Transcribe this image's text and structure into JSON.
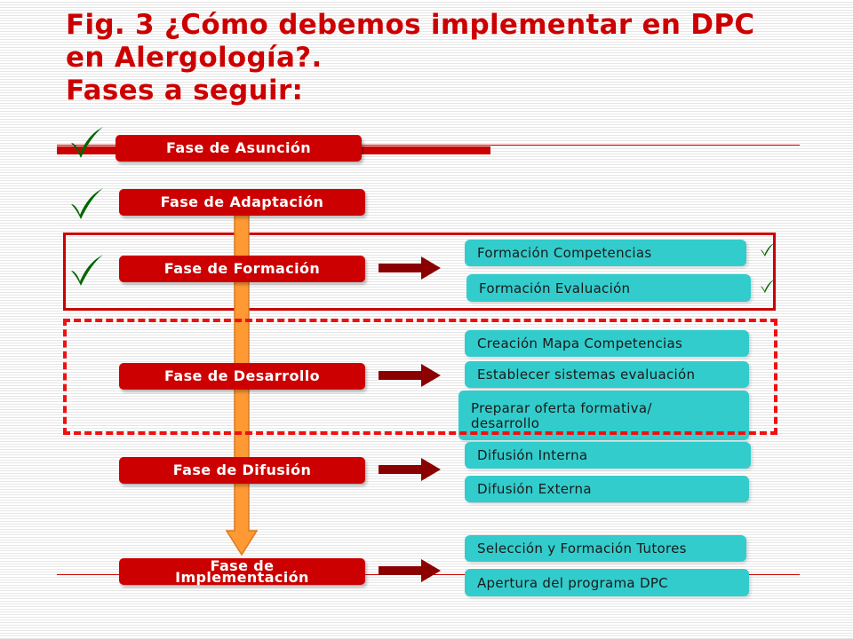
{
  "title": {
    "line1": "Fig. 3 ¿Cómo debemos implementar en DPC",
    "line2": "en Alergología?.",
    "line3": "Fases a seguir:"
  },
  "phases": [
    {
      "label": "Fase de Asunción",
      "completed": true
    },
    {
      "label": "Fase de Adaptación",
      "completed": true
    },
    {
      "label": "Fase de Formación",
      "completed": true
    },
    {
      "label": "Fase de Desarrollo",
      "completed": false
    },
    {
      "label": "Fase de Difusión",
      "completed": false
    },
    {
      "label_line1": "Fase de",
      "label_line2": "Implementación",
      "completed": false
    }
  ],
  "formacion_items": [
    {
      "label": "Formación Competencias",
      "completed": true
    },
    {
      "label": "Formación Evaluación",
      "completed": true
    }
  ],
  "desarrollo_items": [
    {
      "label": "Creación Mapa Competencias"
    },
    {
      "label": "Establecer sistemas evaluación"
    },
    {
      "label": "Preparar oferta formativa/ desarrollo"
    }
  ],
  "difusion_items": [
    {
      "label": "Difusión Interna"
    },
    {
      "label": "Difusión Externa"
    }
  ],
  "implementacion_items": [
    {
      "label": "Selección y Formación Tutores"
    },
    {
      "label": "Apertura del programa DPC"
    }
  ],
  "colors": {
    "title": "#cc0000",
    "phase_box": "#cc0000",
    "sub_box": "#33cccc",
    "flow_arrow": "#ff9933",
    "side_arrow": "#8b0000",
    "check": "#006600"
  },
  "icons": {
    "check": "check-icon",
    "side_arrow": "arrow-right-icon",
    "flow_arrow": "arrow-down-icon"
  }
}
